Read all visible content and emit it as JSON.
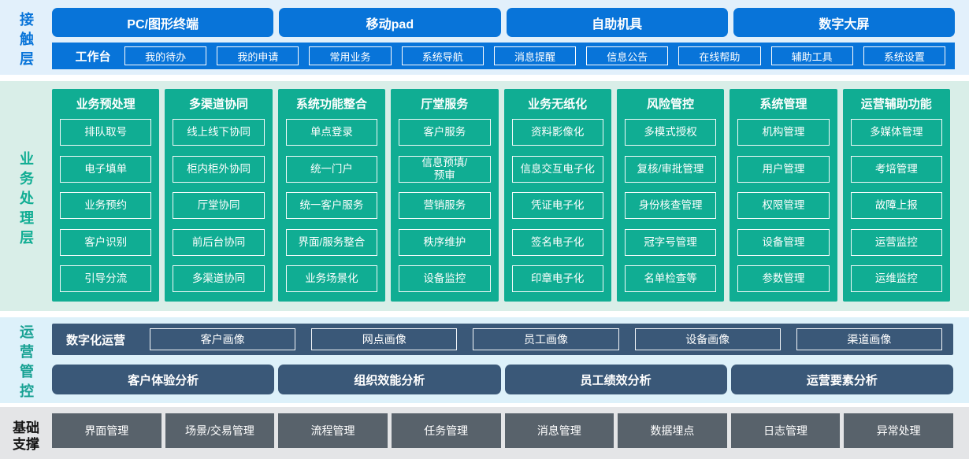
{
  "colors": {
    "blue": "#0874d9",
    "band_blue": "#e2f0fb",
    "green": "#10ad93",
    "band_green": "#d9eee8",
    "slate": "#3a5878",
    "band_cyan": "#ddf1fa",
    "teal_label": "#17a193",
    "gray": "#58626b",
    "band_gray": "#e4e5e7"
  },
  "contact_layer": {
    "label": "接触层",
    "terminals": [
      "PC/图形终端",
      "移动pad",
      "自助机具",
      "数字大屏"
    ],
    "workbench": {
      "label": "工作台",
      "items": [
        "我的待办",
        "我的申请",
        "常用业务",
        "系统导航",
        "消息提醒",
        "信息公告",
        "在线帮助",
        "辅助工具",
        "系统设置"
      ]
    }
  },
  "business_layer": {
    "label": "业务处理层",
    "columns": [
      {
        "title": "业务预处理",
        "items": [
          "排队取号",
          "电子填单",
          "业务预约",
          "客户识别",
          "引导分流"
        ]
      },
      {
        "title": "多渠道协同",
        "items": [
          "线上线下协同",
          "柜内柜外协同",
          "厅堂协同",
          "前后台协同",
          "多渠道协同"
        ]
      },
      {
        "title": "系统功能整合",
        "items": [
          "单点登录",
          "统一门户",
          "统一客户服务",
          "界面/服务整合",
          "业务场景化"
        ]
      },
      {
        "title": "厅堂服务",
        "items": [
          "客户服务",
          "信息预填/\n预审",
          "营销服务",
          "秩序维护",
          "设备监控"
        ]
      },
      {
        "title": "业务无纸化",
        "items": [
          "资料影像化",
          "信息交互电子化",
          "凭证电子化",
          "签名电子化",
          "印章电子化"
        ]
      },
      {
        "title": "风险管控",
        "items": [
          "多模式授权",
          "复核/审批管理",
          "身份核查管理",
          "冠字号管理",
          "名单检查等"
        ]
      },
      {
        "title": "系统管理",
        "items": [
          "机构管理",
          "用户管理",
          "权限管理",
          "设备管理",
          "参数管理"
        ]
      },
      {
        "title": "运营辅助功能",
        "items": [
          "多媒体管理",
          "考培管理",
          "故障上报",
          "运营监控",
          "运维监控"
        ]
      }
    ]
  },
  "operation_layer": {
    "label": "运营管控",
    "digital_ops": {
      "label": "数字化运营",
      "items": [
        "客户画像",
        "网点画像",
        "员工画像",
        "设备画像",
        "渠道画像"
      ]
    },
    "analysis": [
      "客户体验分析",
      "组织效能分析",
      "员工绩效分析",
      "运营要素分析"
    ]
  },
  "foundation_layer": {
    "label": "基础支撑",
    "items": [
      "界面管理",
      "场景/交易管理",
      "流程管理",
      "任务管理",
      "消息管理",
      "数据埋点",
      "日志管理",
      "异常处理"
    ]
  }
}
